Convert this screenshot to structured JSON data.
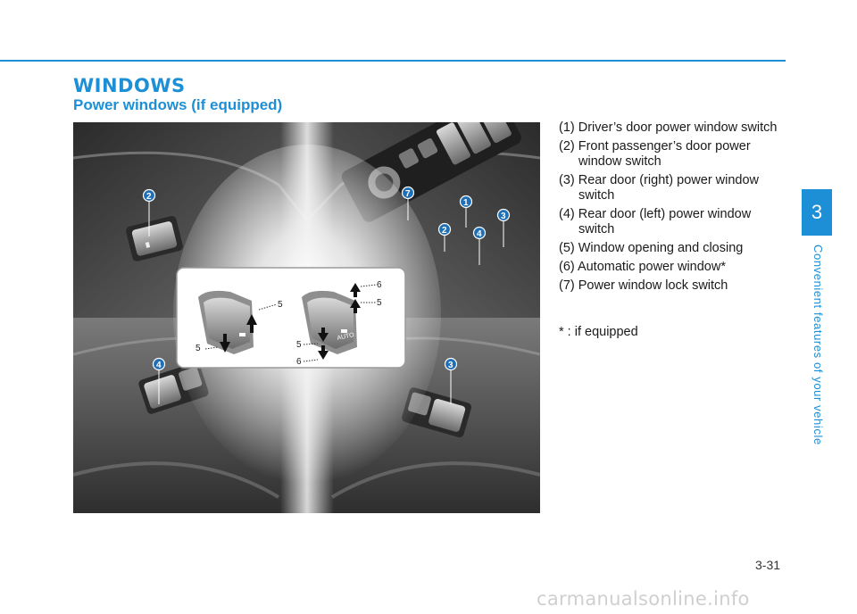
{
  "header": {
    "section_title": "WINDOWS",
    "subsection_title": "Power windows (if equipped)"
  },
  "description": {
    "items": [
      "(1) Driver’s door power window switch",
      "(2) Front passenger’s door power window switch",
      "(3) Rear door (right) power window switch",
      "(4) Rear door (left) power window switch",
      "(5) Window opening and closing",
      "(6) Automatic power window*",
      "(7) Power window lock switch"
    ],
    "footnote": "* : if equipped"
  },
  "figure": {
    "callouts": {
      "front_passenger": "2",
      "driver_lock": "7",
      "driver_1": "1",
      "driver_2": "2",
      "driver_3": "3",
      "driver_4": "4",
      "rear_left": "4",
      "rear_right": "3"
    },
    "inset": {
      "left_up": "5",
      "left_down": "5",
      "right_up_auto": "6",
      "right_up": "5",
      "right_down": "5",
      "right_down_auto": "6",
      "auto_text": "AUTO"
    }
  },
  "sidebar": {
    "chapter_number": "3",
    "chapter_title": "Convenient features of your vehicle"
  },
  "footer": {
    "page_number": "3-31",
    "watermark": "carmanualsonline.info"
  },
  "colors": {
    "accent": "#1d8fd6",
    "callout": "#1e6fb5"
  }
}
